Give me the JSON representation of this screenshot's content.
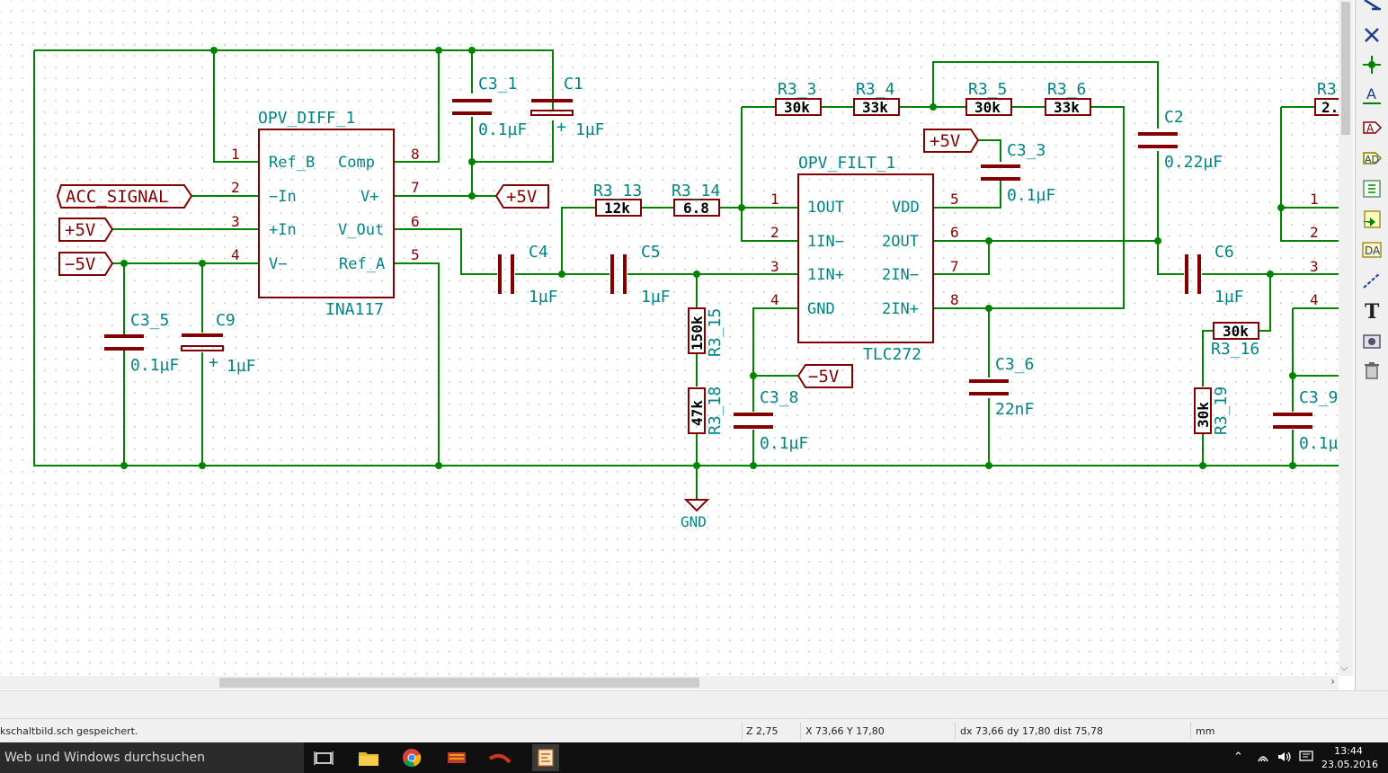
{
  "schematic": {
    "labels": {
      "acc_signal": "ACC_SIGNAL",
      "plus5v_a": "+5V",
      "minus5v_a": "−5V",
      "plus5v_b": "+5V",
      "plus5v_c": "+5V",
      "minus5v_b": "−5V",
      "gnd": "GND"
    },
    "ina117": {
      "ref": "OPV_DIFF_1",
      "value": "INA117",
      "pins_left": [
        {
          "num": "1",
          "name": "Ref_B"
        },
        {
          "num": "2",
          "name": "−In"
        },
        {
          "num": "3",
          "name": "+In"
        },
        {
          "num": "4",
          "name": "V−"
        }
      ],
      "pins_right": [
        {
          "num": "8",
          "name": "Comp"
        },
        {
          "num": "7",
          "name": "V+"
        },
        {
          "num": "6",
          "name": "V_Out"
        },
        {
          "num": "5",
          "name": "Ref_A"
        }
      ]
    },
    "tlc272": {
      "ref": "OPV_FILT_1",
      "value": "TLC272",
      "pins_left": [
        {
          "num": "1",
          "name": "1OUT"
        },
        {
          "num": "2",
          "name": "1IN−"
        },
        {
          "num": "3",
          "name": "1IN+"
        },
        {
          "num": "4",
          "name": "GND"
        }
      ],
      "pins_right": [
        {
          "num": "5",
          "name": "VDD"
        },
        {
          "num": "6",
          "name": "2OUT"
        },
        {
          "num": "7",
          "name": "2IN−"
        },
        {
          "num": "8",
          "name": "2IN+"
        }
      ]
    },
    "capacitors": {
      "c3_1": {
        "ref": "C3_1",
        "value": "0.1µF"
      },
      "c1": {
        "ref": "C1",
        "value": "1µF"
      },
      "c3_5": {
        "ref": "C3_5",
        "value": "0.1µF"
      },
      "c9": {
        "ref": "C9",
        "value": "1µF"
      },
      "c4": {
        "ref": "C4",
        "value": "1µF"
      },
      "c5": {
        "ref": "C5",
        "value": "1µF"
      },
      "c3_3": {
        "ref": "C3_3",
        "value": "0.1µF"
      },
      "c2": {
        "ref": "C2",
        "value": "0.22µF"
      },
      "c3_8": {
        "ref": "C3_8",
        "value": "0.1µF"
      },
      "c3_6": {
        "ref": "C3_6",
        "value": "22nF"
      },
      "c6": {
        "ref": "C6",
        "value": "1µF"
      },
      "c3_9": {
        "ref": "C3_9",
        "value": "0.1µ"
      }
    },
    "resistors": {
      "r3_13": {
        "ref": "R3_13",
        "value": "12k"
      },
      "r3_14": {
        "ref": "R3_14",
        "value": "6.8"
      },
      "r3_3": {
        "ref": "R3_3",
        "value": "30k"
      },
      "r3_4": {
        "ref": "R3_4",
        "value": "33k"
      },
      "r3_5": {
        "ref": "R3_5",
        "value": "30k"
      },
      "r3_6": {
        "ref": "R3_6",
        "value": "33k"
      },
      "r3_15": {
        "ref": "R3_15",
        "value": "150k"
      },
      "r3_18": {
        "ref": "R3_18",
        "value": "47k"
      },
      "r3_16": {
        "ref": "R3_16",
        "value": "30k"
      },
      "r3_19": {
        "ref": "R3_19",
        "value": "30k"
      },
      "r3_x": {
        "ref": "R3",
        "value": "2."
      }
    },
    "partial_pins": [
      "1",
      "2",
      "3",
      "4"
    ],
    "plus_sign": "+"
  },
  "status": {
    "message": "kschaltbild.sch gespeichert.",
    "zoom": "Z 2,75",
    "cursor": "X 73,66  Y 17,80",
    "delta": "dx 73,66  dy 17,80  dist 75,78",
    "units": "mm"
  },
  "taskbar": {
    "search_placeholder": "Web und Windows durchsuchen",
    "time": "13:44",
    "date": "23.05.2016"
  },
  "toolbar_icons": [
    "bus-entry-icon",
    "no-connect-icon",
    "junction-icon",
    "net-label-icon",
    "global-label-icon",
    "hier-label-icon",
    "hier-sheet-icon",
    "import-pin-icon",
    "hier-pin-icon",
    "graphic-line-icon",
    "text-icon",
    "image-icon",
    "delete-icon"
  ]
}
